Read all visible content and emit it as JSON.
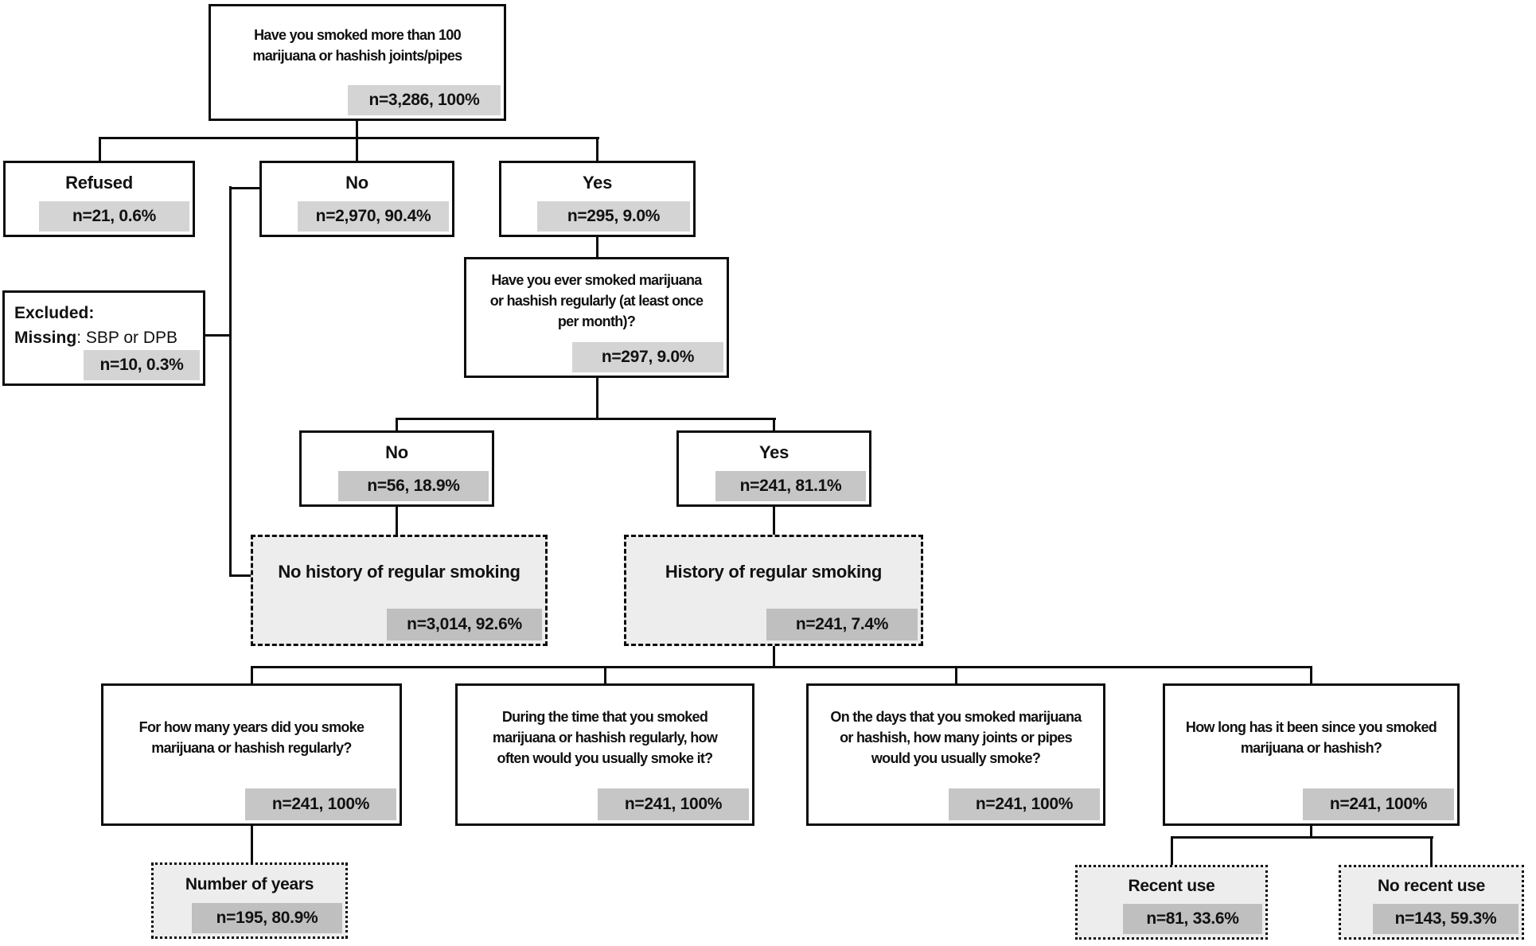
{
  "colors": {
    "background": "#ffffff",
    "border": "#0d0d0d",
    "gray_box_fill": "#ededed",
    "badge_light": "#d4d4d4",
    "badge_mid": "#c6c6c6",
    "badge_dark": "#bfbfbf"
  },
  "nodes": {
    "q1": {
      "lines": [
        "Have you smoked more than 100",
        "marijuana or hashish joints/pipes"
      ],
      "badge": "n=3,286, 100%"
    },
    "refused": {
      "label": "Refused",
      "badge": "n=21, 0.6%"
    },
    "no1": {
      "label": "No",
      "badge": "n=2,970, 90.4%"
    },
    "yes1": {
      "label": "Yes",
      "badge": "n=295, 9.0%"
    },
    "excluded": {
      "line1": "Excluded:",
      "line2_bold": "Missing",
      "line2_rest": ": SBP or DPB",
      "badge": "n=10, 0.3%"
    },
    "q2": {
      "lines": [
        "Have you ever smoked marijuana",
        "or hashish regularly (at least once",
        "per month)?"
      ],
      "badge": "n=297, 9.0%"
    },
    "no2": {
      "label": "No",
      "badge": "n=56, 18.9%"
    },
    "yes2": {
      "label": "Yes",
      "badge": "n=241, 81.1%"
    },
    "no_history": {
      "label": "No history of regular smoking",
      "badge": "n=3,014, 92.6%"
    },
    "history": {
      "label": "History of regular smoking",
      "badge": "n=241, 7.4%"
    },
    "q3_years": {
      "lines": [
        "For how many years did you smoke",
        "marijuana or hashish regularly?"
      ],
      "badge": "n=241, 100%"
    },
    "q3_often": {
      "lines": [
        "During the time that you smoked",
        "marijuana or hashish regularly, how",
        "often would you usually smoke it?"
      ],
      "badge": "n=241, 100%"
    },
    "q3_amount": {
      "lines": [
        "On the days that you smoked marijuana",
        "or hashish, how many joints or pipes",
        "would you usually smoke?"
      ],
      "badge": "n=241, 100%"
    },
    "q3_since": {
      "lines": [
        "How long has it been since you smoked",
        "marijuana or hashish?"
      ],
      "badge": "n=241, 100%"
    },
    "number_of_years": {
      "label": "Number of years",
      "badge": "n=195, 80.9%"
    },
    "recent_use": {
      "label": "Recent use",
      "badge": "n=81, 33.6%"
    },
    "no_recent_use": {
      "label": "No recent use",
      "badge": "n=143, 59.3%"
    }
  }
}
